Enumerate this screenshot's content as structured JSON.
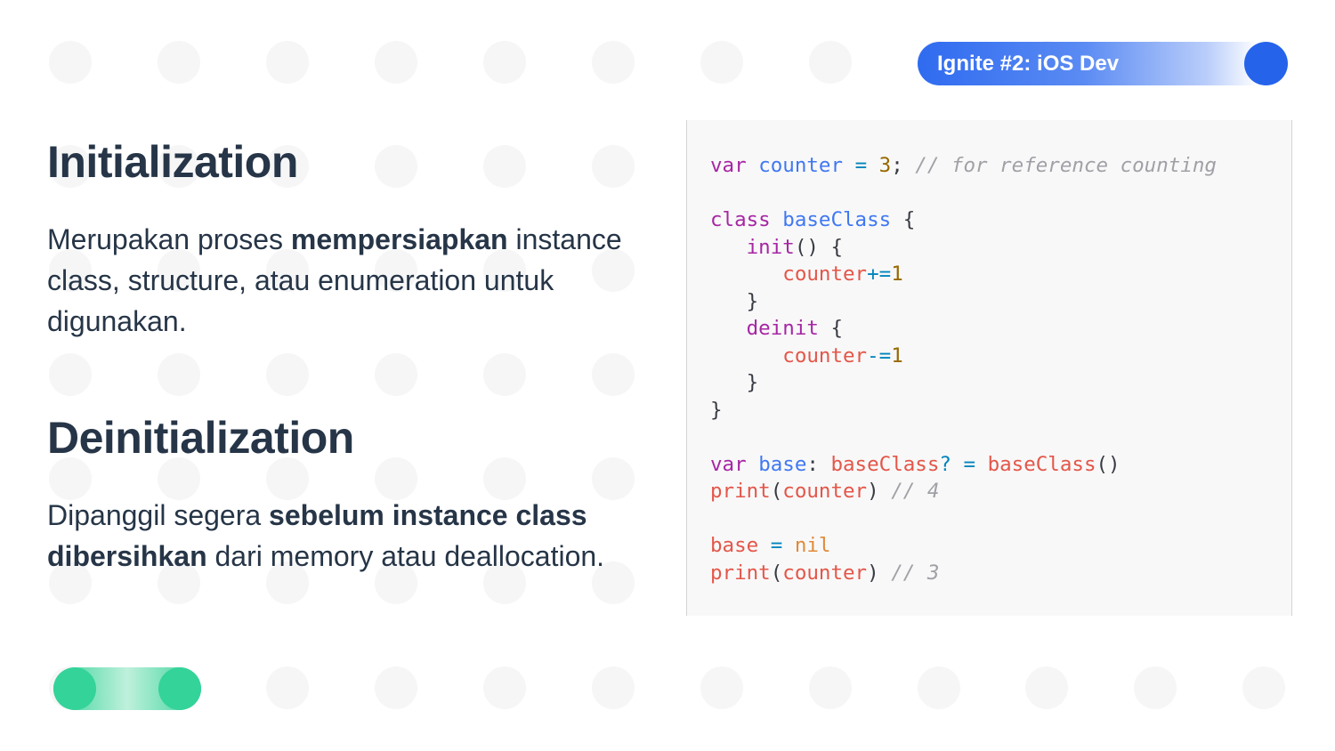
{
  "badge": {
    "label": "Ignite #2: iOS Dev"
  },
  "colors": {
    "accent_blue": "#2563eb",
    "accent_green": "#34d399",
    "text_dark": "#263547"
  },
  "sections": [
    {
      "title": "Initialization",
      "paragraph": [
        {
          "text": "Merupakan proses ",
          "bold": false
        },
        {
          "text": "mempersiapkan",
          "bold": true
        },
        {
          "text": " instance class, structure, atau enumeration untuk digunakan.",
          "bold": false
        }
      ]
    },
    {
      "title": "Deinitialization",
      "paragraph": [
        {
          "text": "Dipanggil segera ",
          "bold": false
        },
        {
          "text": "sebelum instance class dibersihkan",
          "bold": true
        },
        {
          "text": " dari memory atau deallocation.",
          "bold": false
        }
      ]
    }
  ],
  "code": {
    "lines": [
      [
        [
          "kw",
          "var"
        ],
        [
          "pl",
          " "
        ],
        [
          "fn",
          "counter"
        ],
        [
          "pl",
          " "
        ],
        [
          "op",
          "="
        ],
        [
          "pl",
          " "
        ],
        [
          "num",
          "3"
        ],
        [
          "pl",
          "; "
        ],
        [
          "cm",
          "// for reference counting"
        ]
      ],
      [],
      [
        [
          "kw",
          "class"
        ],
        [
          "pl",
          " "
        ],
        [
          "fn",
          "baseClass"
        ],
        [
          "pl",
          " {"
        ]
      ],
      [
        [
          "pl",
          "   "
        ],
        [
          "kw",
          "init"
        ],
        [
          "pl",
          "() {"
        ]
      ],
      [
        [
          "pl",
          "      "
        ],
        [
          "var",
          "counter"
        ],
        [
          "op",
          "+="
        ],
        [
          "num",
          "1"
        ]
      ],
      [
        [
          "pl",
          "   }"
        ]
      ],
      [
        [
          "pl",
          "   "
        ],
        [
          "kw",
          "deinit"
        ],
        [
          "pl",
          " {"
        ]
      ],
      [
        [
          "pl",
          "      "
        ],
        [
          "var",
          "counter"
        ],
        [
          "op",
          "-="
        ],
        [
          "num",
          "1"
        ]
      ],
      [
        [
          "pl",
          "   }"
        ]
      ],
      [
        [
          "pl",
          "}"
        ]
      ],
      [],
      [
        [
          "kw",
          "var"
        ],
        [
          "pl",
          " "
        ],
        [
          "fn",
          "base"
        ],
        [
          "pl",
          ": "
        ],
        [
          "var",
          "baseClass"
        ],
        [
          "op",
          "?"
        ],
        [
          "pl",
          " "
        ],
        [
          "op",
          "="
        ],
        [
          "pl",
          " "
        ],
        [
          "var",
          "baseClass"
        ],
        [
          "pl",
          "()"
        ]
      ],
      [
        [
          "var",
          "print"
        ],
        [
          "pl",
          "("
        ],
        [
          "var",
          "counter"
        ],
        [
          "pl",
          ") "
        ],
        [
          "cm",
          "// 4"
        ]
      ],
      [],
      [
        [
          "var",
          "base"
        ],
        [
          "pl",
          " "
        ],
        [
          "op",
          "="
        ],
        [
          "pl",
          " "
        ],
        [
          "str",
          "nil"
        ]
      ],
      [
        [
          "var",
          "print"
        ],
        [
          "pl",
          "("
        ],
        [
          "var",
          "counter"
        ],
        [
          "pl",
          ") "
        ],
        [
          "cm",
          "// 3"
        ]
      ]
    ]
  },
  "toggle": {
    "state": "on"
  }
}
